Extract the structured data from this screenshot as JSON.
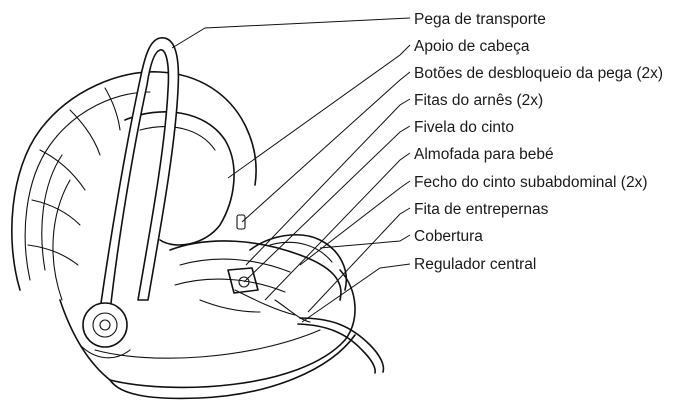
{
  "diagram": {
    "callouts": [
      {
        "id": "pega",
        "label": "Pega de transporte"
      },
      {
        "id": "apoio",
        "label": "Apoio de cabeça"
      },
      {
        "id": "botoes",
        "label": "Botões de desbloqueio da pega (2x)"
      },
      {
        "id": "fitas",
        "label": "Fitas do arnês (2x)"
      },
      {
        "id": "fivela",
        "label": "Fivela do cinto"
      },
      {
        "id": "almofada",
        "label": "Almofada para bebé"
      },
      {
        "id": "fecho",
        "label": "Fecho do cinto subabdominal (2x)"
      },
      {
        "id": "entrepernas",
        "label": "Fita de entrepernas"
      },
      {
        "id": "cobertura",
        "label": "Cobertura"
      },
      {
        "id": "regulador",
        "label": "Regulador central"
      }
    ]
  }
}
